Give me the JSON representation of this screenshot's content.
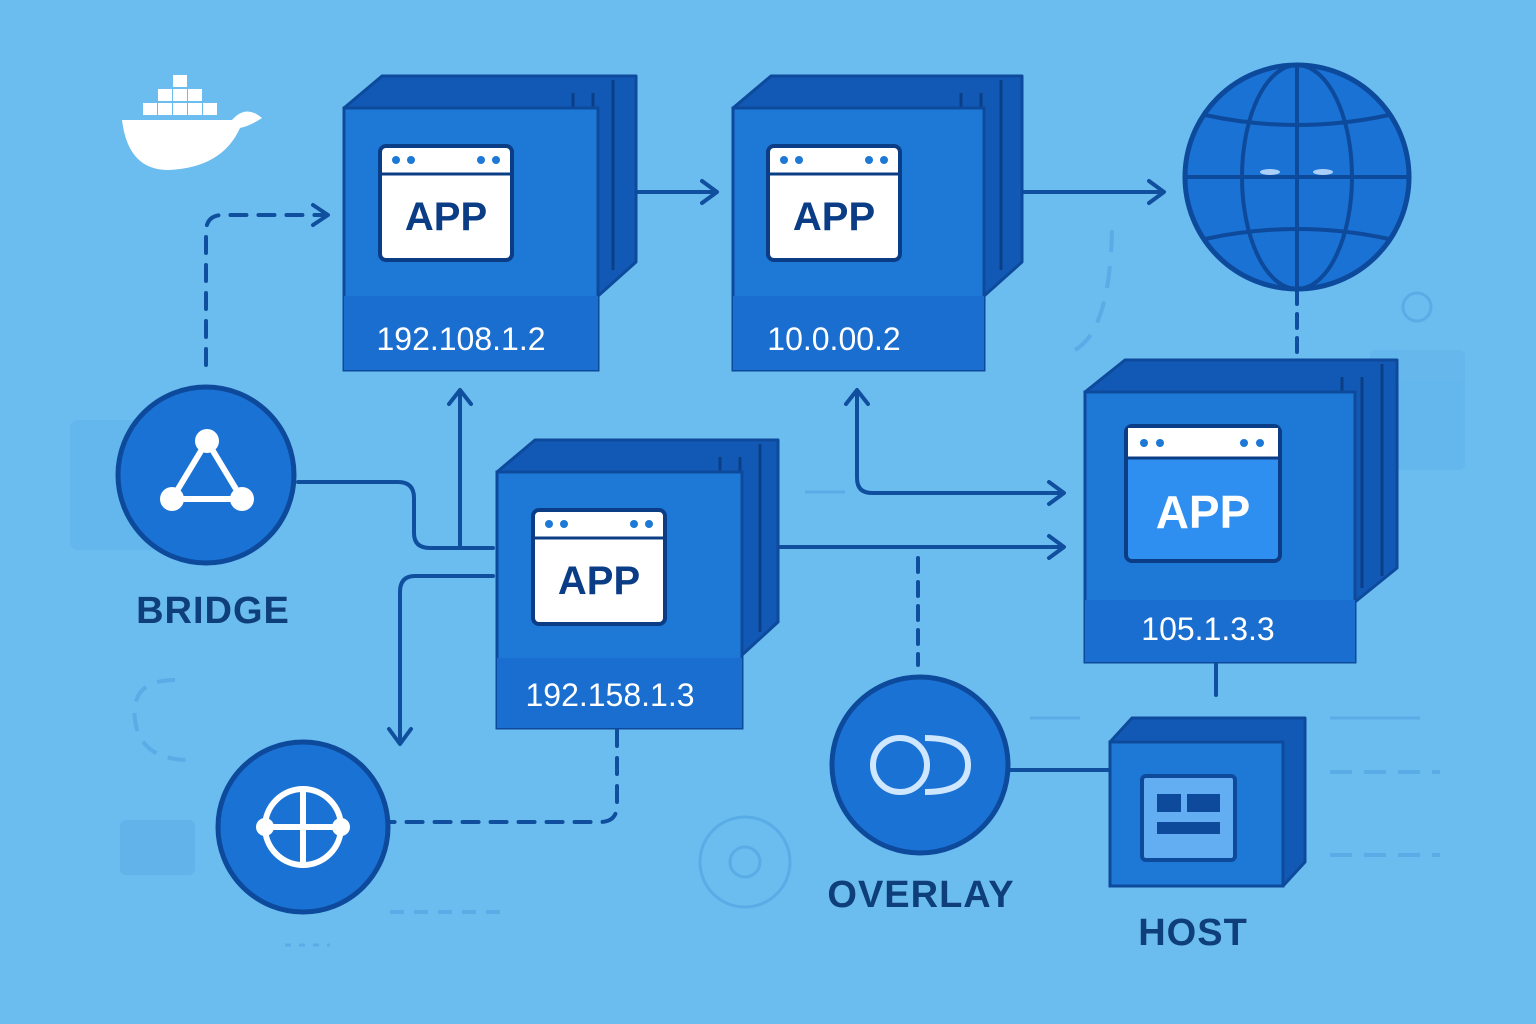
{
  "containers": [
    {
      "app_label": "APP",
      "ip": "192.108.1.2"
    },
    {
      "app_label": "APP",
      "ip": "10.0.00.2"
    },
    {
      "app_label": "APP",
      "ip": "192.158.1.3"
    },
    {
      "app_label": "APP",
      "ip": "105.1.3.3"
    }
  ],
  "networks": {
    "bridge": "BRIDGE",
    "overlay": "OVERLAY",
    "host": "HOST"
  },
  "colors": {
    "background": "#6bbcef",
    "container_front": "#1e78d6",
    "container_dark": "#1159b5",
    "outline": "#0d4a9c",
    "connector": "#0f4f9e",
    "label_text": "#0f3f7a"
  },
  "icons": [
    "docker-whale-icon",
    "globe-icon",
    "bridge-network-icon",
    "none-network-icon",
    "overlay-network-icon",
    "host-server-icon"
  ]
}
